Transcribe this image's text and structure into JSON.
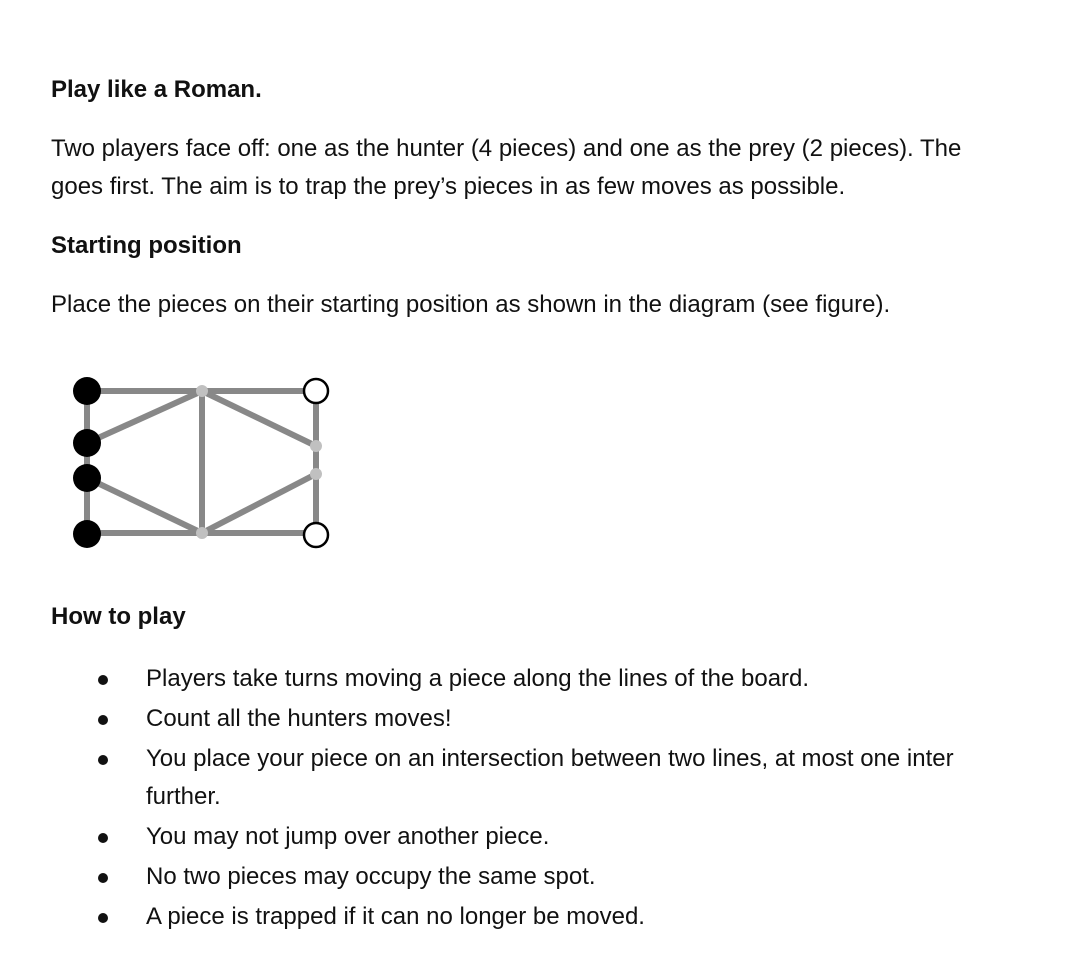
{
  "title": "Play like a Roman.",
  "intro_lines": [
    "Two players face off: one as the hunter (4 pieces) and one as the prey (2 pieces). The",
    "goes first. The aim is to trap the prey’s pieces in as few moves as possible."
  ],
  "starting": {
    "heading": "Starting position",
    "text": "Place the pieces on their starting position as shown in the diagram (see figure)."
  },
  "howto": {
    "heading": "How to play",
    "items": [
      "Players take turns moving a piece along the lines of the board.",
      "Count all the hunters moves!",
      "You place your piece on an intersection between two lines, at most one inter",
      "further.",
      "You may not jump over another piece.",
      "No two pieces may occupy the same spot.",
      "A piece is trapped if it can no longer be moved."
    ]
  },
  "colors": {
    "line": "#888888",
    "node": "#c0c0c0",
    "hunter": "#000000",
    "prey": "#ffffff"
  }
}
